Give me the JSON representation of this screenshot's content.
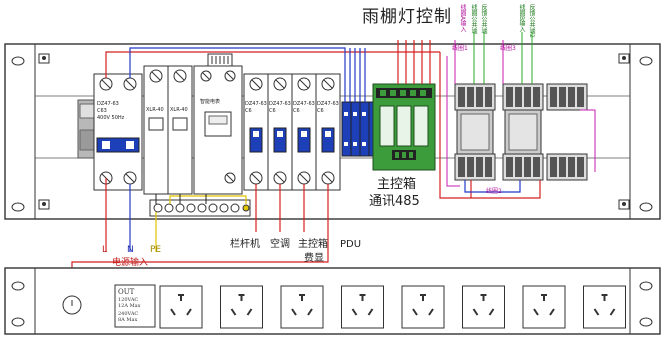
{
  "title": "雨棚灯控制",
  "main_box": {
    "line1": "主控箱",
    "line2": "通讯485"
  },
  "bottom_labels": {
    "gate": "栏杆机",
    "ac": "空调",
    "main_box_line1": "主控箱",
    "main_box_line2": "费显",
    "pdu": "PDU"
  },
  "power_input": {
    "l": "L",
    "n": "N",
    "pe": "PE",
    "label": "电源输入"
  },
  "group_labels": {
    "g1": "线圈1",
    "g2": "线圈2",
    "g3": "线圈3"
  },
  "top_wire_labels": {
    "a": "线圈A输入",
    "b": "线圈公共端",
    "c": "反馈公共端",
    "d": "线圈B输入",
    "e": "反馈公共端2"
  },
  "breakers": {
    "main": {
      "model": "DZ47-63",
      "rating": "C63",
      "extra": "400V 50Hz"
    },
    "small": [
      {
        "model": "DZ47-63",
        "rating": "C6"
      },
      {
        "model": "DZ47-63",
        "rating": "C6"
      },
      {
        "model": "DZ47-63",
        "rating": "C6"
      },
      {
        "model": "DZ47-63",
        "rating": "C6"
      }
    ]
  },
  "psu": {
    "model1": "XLR-40",
    "model2": "XLR-40"
  },
  "meter_label": "智能电表",
  "pdu_strip": {
    "label_out": "OUT",
    "label_spec1": "120VAC\n12A Max",
    "label_spec2": "240VAC\n8A Max",
    "outlet_count": 8
  },
  "colors": {
    "wire_red": "#d42020",
    "wire_blue": "#2338c8",
    "wire_green": "#2aa82a",
    "wire_magenta": "#c81eb4",
    "wire_yellow": "#e0c400",
    "relay_green": "#3c9c3c",
    "breaker_blue": "#1d3fb8"
  }
}
